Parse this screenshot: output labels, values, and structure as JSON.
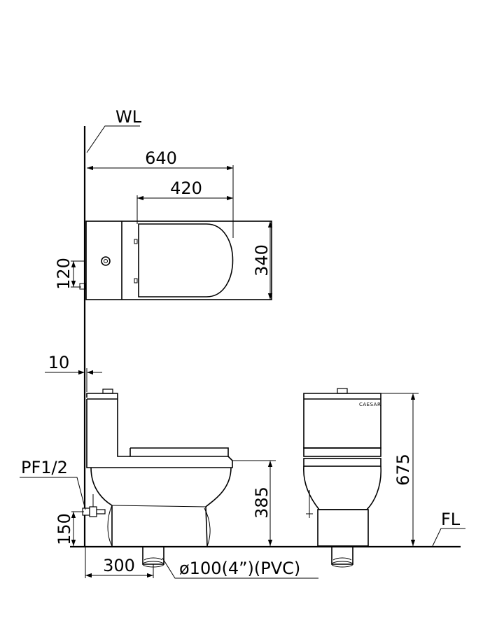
{
  "labels": {
    "wall_line": "WL",
    "floor_line": "FL",
    "pipe_fitting": "PF1/2",
    "brand": "CAESAR",
    "drain": "ø100(4”)(PVC)"
  },
  "dimensions": {
    "total_length": "640",
    "seat_length": "420",
    "width": "340",
    "inlet_offset": "120",
    "wall_gap": "10",
    "inlet_height": "150",
    "rough_in": "300",
    "seat_height": "385",
    "total_height": "675"
  }
}
